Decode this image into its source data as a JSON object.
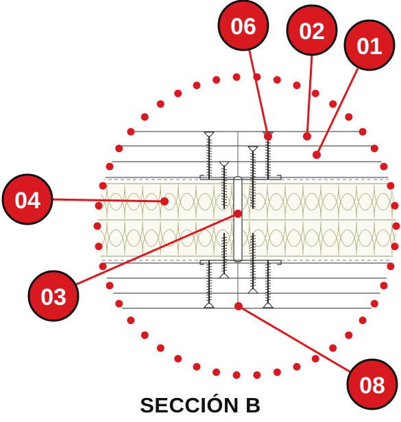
{
  "title": "SECCIÓN B",
  "colors": {
    "accent": "#d71920",
    "line": "#555555",
    "insulation": "#b9b58a",
    "background": "#ffffff"
  },
  "callouts": [
    {
      "id": "c06",
      "label": "06"
    },
    {
      "id": "c02",
      "label": "02"
    },
    {
      "id": "c01",
      "label": "01"
    },
    {
      "id": "c04",
      "label": "04"
    },
    {
      "id": "c03",
      "label": "03"
    },
    {
      "id": "c08",
      "label": "08"
    }
  ]
}
